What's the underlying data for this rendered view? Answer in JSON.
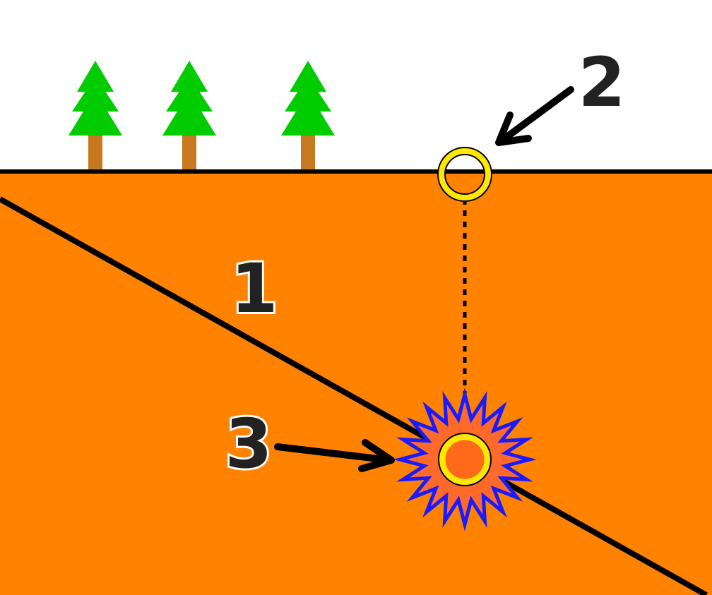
{
  "labels": {
    "fault": "1",
    "epicenter": "2",
    "focus": "3"
  },
  "colors": {
    "sky": "#ffffff",
    "ground": "#ff8200",
    "tree_foliage": "#00cc00",
    "tree_trunk": "#c8781e",
    "line": "#000000",
    "ring": "#ffe800",
    "burst_outline": "#1a1aff",
    "burst_fill": "#ff6a2a",
    "label_text": "#222222"
  },
  "icons": {
    "tree": "tree-icon",
    "epicenter_marker": "ring-marker-icon",
    "focus_marker": "starburst-icon",
    "arrow": "arrow-icon"
  }
}
